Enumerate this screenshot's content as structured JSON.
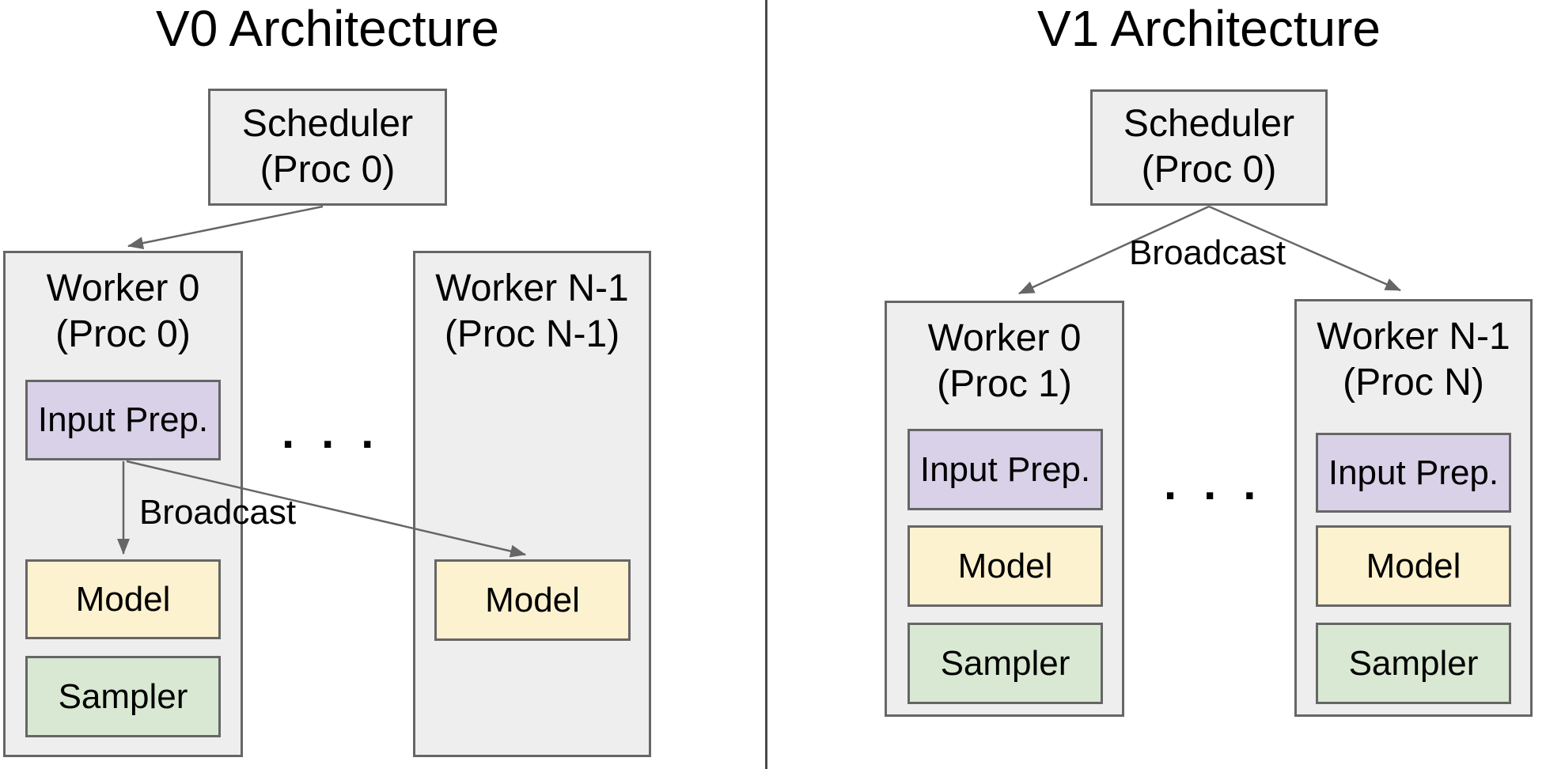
{
  "colors": {
    "background": "#ffffff",
    "panel_box": "#eeeeee",
    "box_border": "#666666",
    "input_prep": "#d8d1e8",
    "model": "#fdf2cf",
    "sampler": "#d9e8d2",
    "arrow": "#666666",
    "divider": "#4a4a4a",
    "text": "#000000"
  },
  "v0": {
    "title": "V0 Architecture",
    "scheduler": {
      "line1": "Scheduler",
      "line2": "(Proc 0)"
    },
    "broadcast_label": "Broadcast",
    "ellipsis": "...",
    "worker0": {
      "line1": "Worker 0",
      "line2": "(Proc 0)",
      "input_prep": "Input Prep.",
      "model": "Model",
      "sampler": "Sampler"
    },
    "workerN": {
      "line1": "Worker N-1",
      "line2": "(Proc N-1)",
      "model": "Model"
    }
  },
  "v1": {
    "title": "V1 Architecture",
    "scheduler": {
      "line1": "Scheduler",
      "line2": "(Proc 0)"
    },
    "broadcast_label": "Broadcast",
    "ellipsis": "...",
    "worker0": {
      "line1": "Worker 0",
      "line2": "(Proc 1)",
      "input_prep": "Input Prep.",
      "model": "Model",
      "sampler": "Sampler"
    },
    "workerN": {
      "line1": "Worker N-1",
      "line2": "(Proc N)",
      "input_prep": "Input Prep.",
      "model": "Model",
      "sampler": "Sampler"
    }
  }
}
